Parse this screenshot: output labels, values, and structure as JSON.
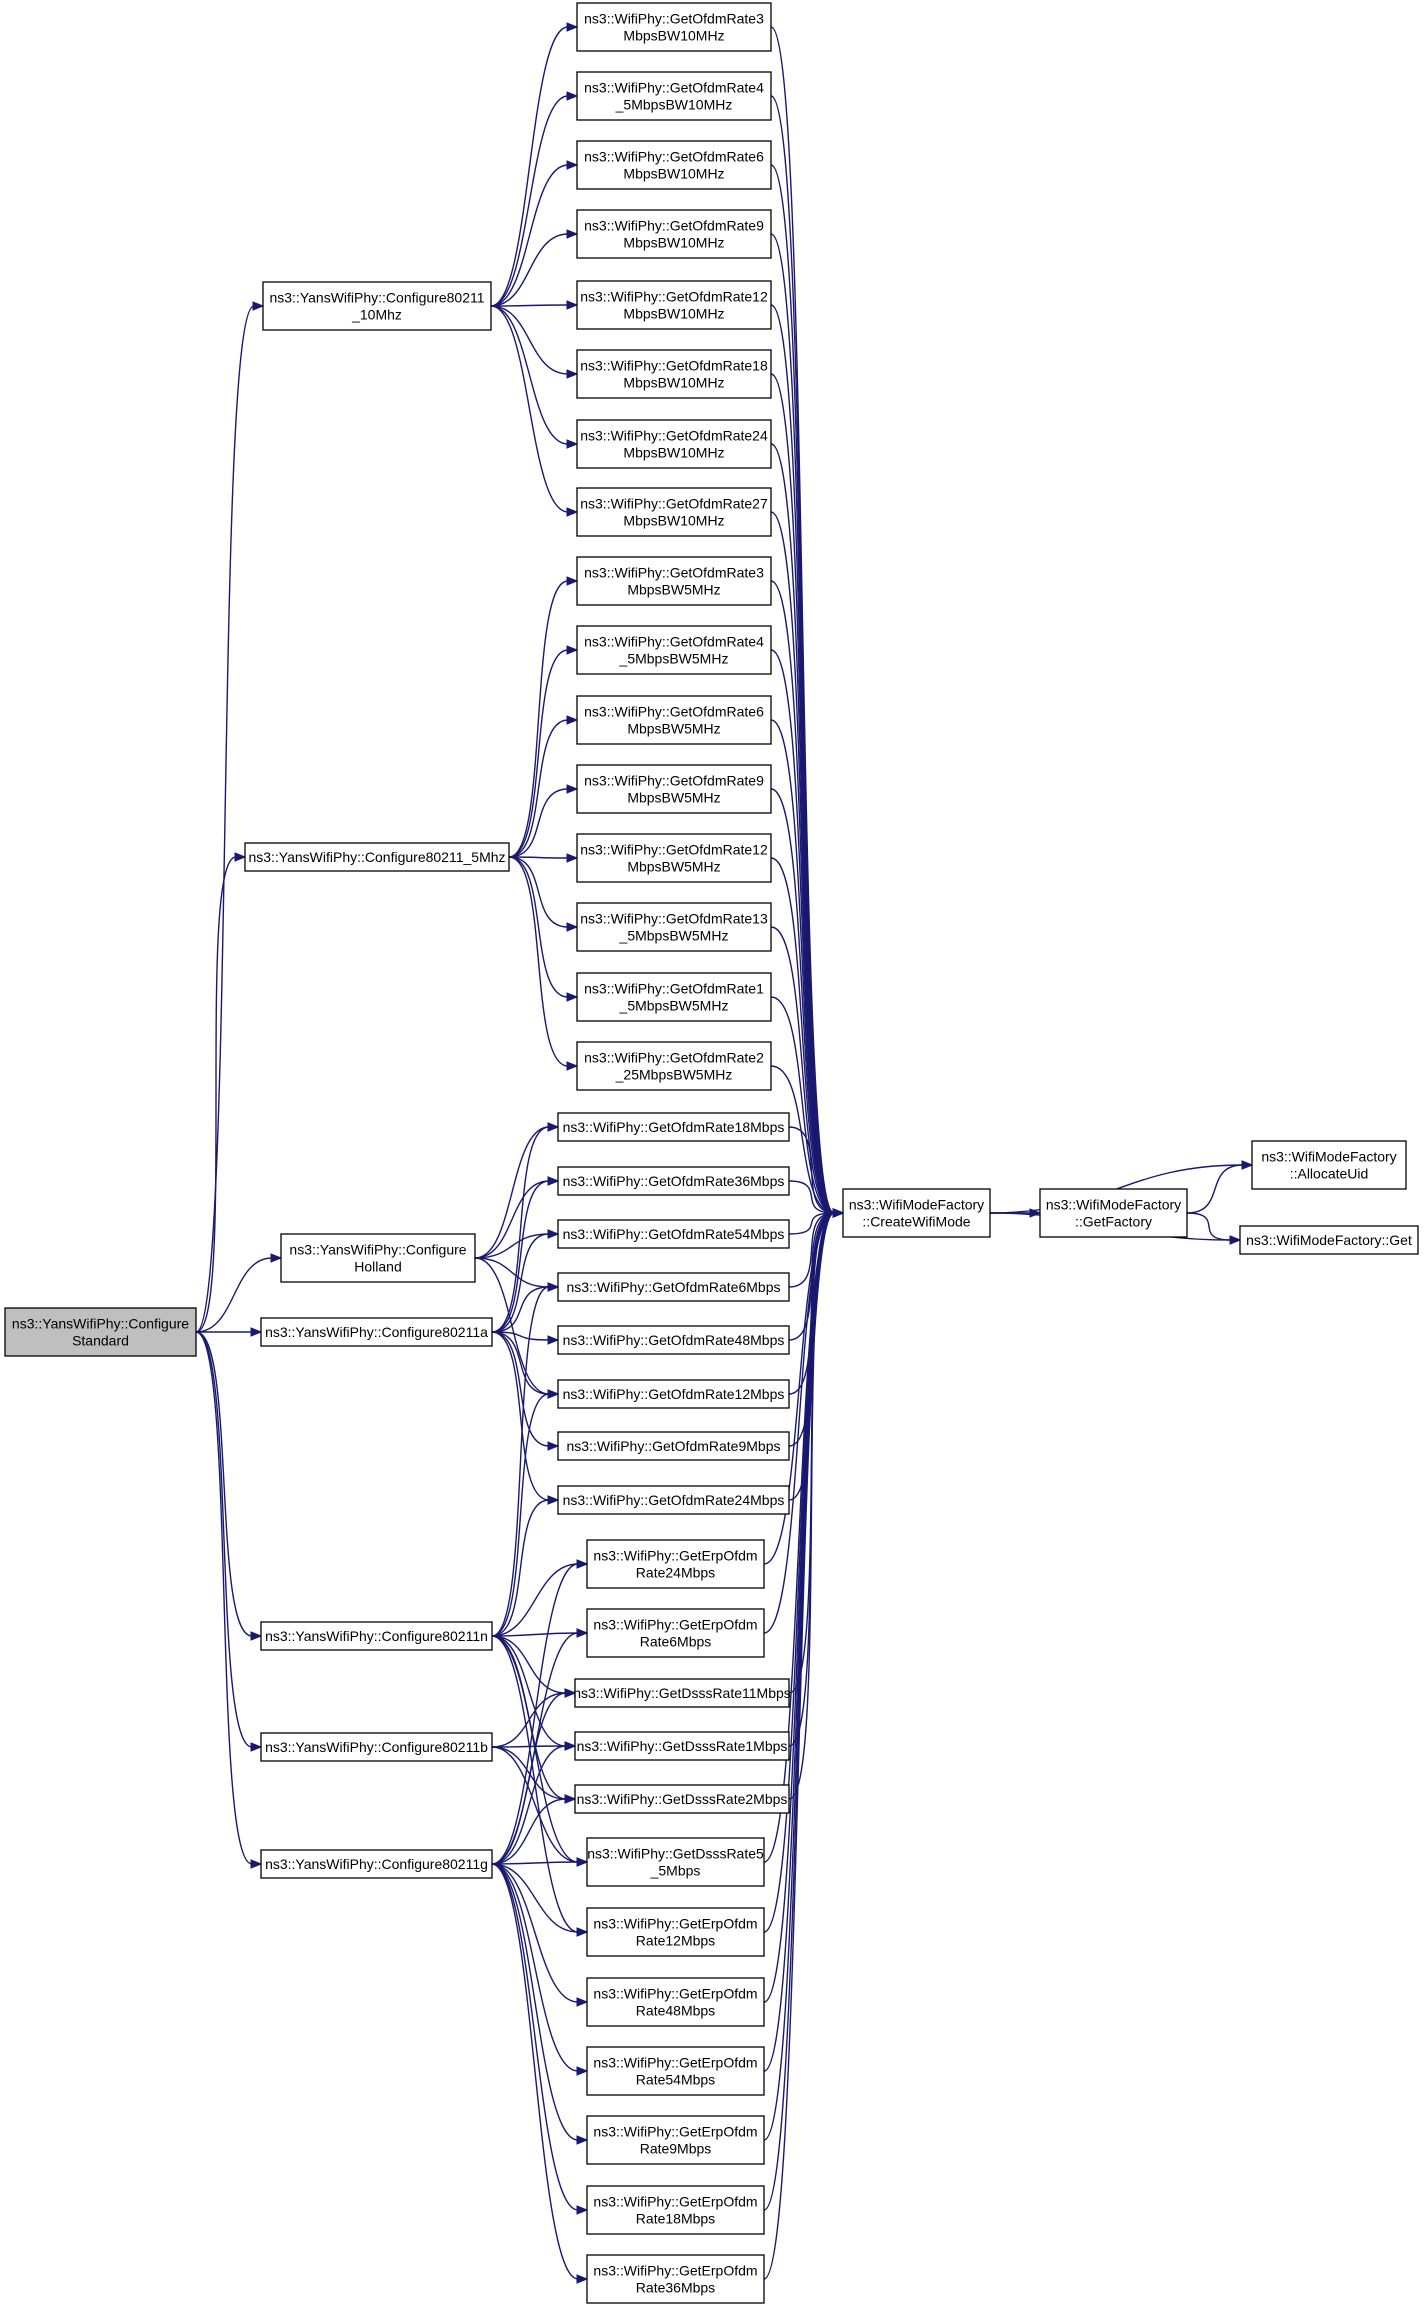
{
  "nodes": [
    {
      "id": "configureStandard",
      "lines": [
        "ns3::YansWifiPhy::Configure",
        "Standard"
      ],
      "highlight": true
    },
    {
      "id": "c10",
      "lines": [
        "ns3::YansWifiPhy::Configure80211",
        "_10Mhz"
      ]
    },
    {
      "id": "c5",
      "lines": [
        "ns3::YansWifiPhy::Configure80211_5Mhz"
      ]
    },
    {
      "id": "holland",
      "lines": [
        "ns3::YansWifiPhy::Configure",
        "Holland"
      ]
    },
    {
      "id": "ca",
      "lines": [
        "ns3::YansWifiPhy::Configure80211a"
      ]
    },
    {
      "id": "cn",
      "lines": [
        "ns3::YansWifiPhy::Configure80211n"
      ]
    },
    {
      "id": "cb",
      "lines": [
        "ns3::YansWifiPhy::Configure80211b"
      ]
    },
    {
      "id": "cg",
      "lines": [
        "ns3::YansWifiPhy::Configure80211g"
      ]
    },
    {
      "id": "r10_3",
      "lines": [
        "ns3::WifiPhy::GetOfdmRate3",
        "MbpsBW10MHz"
      ]
    },
    {
      "id": "r10_4_5",
      "lines": [
        "ns3::WifiPhy::GetOfdmRate4",
        "_5MbpsBW10MHz"
      ]
    },
    {
      "id": "r10_6",
      "lines": [
        "ns3::WifiPhy::GetOfdmRate6",
        "MbpsBW10MHz"
      ]
    },
    {
      "id": "r10_9",
      "lines": [
        "ns3::WifiPhy::GetOfdmRate9",
        "MbpsBW10MHz"
      ]
    },
    {
      "id": "r10_12",
      "lines": [
        "ns3::WifiPhy::GetOfdmRate12",
        "MbpsBW10MHz"
      ]
    },
    {
      "id": "r10_18",
      "lines": [
        "ns3::WifiPhy::GetOfdmRate18",
        "MbpsBW10MHz"
      ]
    },
    {
      "id": "r10_24",
      "lines": [
        "ns3::WifiPhy::GetOfdmRate24",
        "MbpsBW10MHz"
      ]
    },
    {
      "id": "r10_27",
      "lines": [
        "ns3::WifiPhy::GetOfdmRate27",
        "MbpsBW10MHz"
      ]
    },
    {
      "id": "r5_3",
      "lines": [
        "ns3::WifiPhy::GetOfdmRate3",
        "MbpsBW5MHz"
      ]
    },
    {
      "id": "r5_4_5",
      "lines": [
        "ns3::WifiPhy::GetOfdmRate4",
        "_5MbpsBW5MHz"
      ]
    },
    {
      "id": "r5_6",
      "lines": [
        "ns3::WifiPhy::GetOfdmRate6",
        "MbpsBW5MHz"
      ]
    },
    {
      "id": "r5_9",
      "lines": [
        "ns3::WifiPhy::GetOfdmRate9",
        "MbpsBW5MHz"
      ]
    },
    {
      "id": "r5_12",
      "lines": [
        "ns3::WifiPhy::GetOfdmRate12",
        "MbpsBW5MHz"
      ]
    },
    {
      "id": "r5_13_5",
      "lines": [
        "ns3::WifiPhy::GetOfdmRate13",
        "_5MbpsBW5MHz"
      ]
    },
    {
      "id": "r5_1_5",
      "lines": [
        "ns3::WifiPhy::GetOfdmRate1",
        "_5MbpsBW5MHz"
      ]
    },
    {
      "id": "r5_2_25",
      "lines": [
        "ns3::WifiPhy::GetOfdmRate2",
        "_25MbpsBW5MHz"
      ]
    },
    {
      "id": "o18",
      "lines": [
        "ns3::WifiPhy::GetOfdmRate18Mbps"
      ]
    },
    {
      "id": "o36",
      "lines": [
        "ns3::WifiPhy::GetOfdmRate36Mbps"
      ]
    },
    {
      "id": "o54",
      "lines": [
        "ns3::WifiPhy::GetOfdmRate54Mbps"
      ]
    },
    {
      "id": "o6",
      "lines": [
        "ns3::WifiPhy::GetOfdmRate6Mbps"
      ]
    },
    {
      "id": "o48",
      "lines": [
        "ns3::WifiPhy::GetOfdmRate48Mbps"
      ]
    },
    {
      "id": "o12",
      "lines": [
        "ns3::WifiPhy::GetOfdmRate12Mbps"
      ]
    },
    {
      "id": "o9",
      "lines": [
        "ns3::WifiPhy::GetOfdmRate9Mbps"
      ]
    },
    {
      "id": "o24",
      "lines": [
        "ns3::WifiPhy::GetOfdmRate24Mbps"
      ]
    },
    {
      "id": "e24",
      "lines": [
        "ns3::WifiPhy::GetErpOfdm",
        "Rate24Mbps"
      ]
    },
    {
      "id": "e6",
      "lines": [
        "ns3::WifiPhy::GetErpOfdm",
        "Rate6Mbps"
      ]
    },
    {
      "id": "d11",
      "lines": [
        "ns3::WifiPhy::GetDsssRate11Mbps"
      ]
    },
    {
      "id": "d1",
      "lines": [
        "ns3::WifiPhy::GetDsssRate1Mbps"
      ]
    },
    {
      "id": "d2",
      "lines": [
        "ns3::WifiPhy::GetDsssRate2Mbps"
      ]
    },
    {
      "id": "d5_5",
      "lines": [
        "ns3::WifiPhy::GetDsssRate5",
        "_5Mbps"
      ]
    },
    {
      "id": "e12",
      "lines": [
        "ns3::WifiPhy::GetErpOfdm",
        "Rate12Mbps"
      ]
    },
    {
      "id": "e48",
      "lines": [
        "ns3::WifiPhy::GetErpOfdm",
        "Rate48Mbps"
      ]
    },
    {
      "id": "e54",
      "lines": [
        "ns3::WifiPhy::GetErpOfdm",
        "Rate54Mbps"
      ]
    },
    {
      "id": "e9",
      "lines": [
        "ns3::WifiPhy::GetErpOfdm",
        "Rate9Mbps"
      ]
    },
    {
      "id": "e18",
      "lines": [
        "ns3::WifiPhy::GetErpOfdm",
        "Rate18Mbps"
      ]
    },
    {
      "id": "e36",
      "lines": [
        "ns3::WifiPhy::GetErpOfdm",
        "Rate36Mbps"
      ]
    },
    {
      "id": "create",
      "lines": [
        "ns3::WifiModeFactory",
        "::CreateWifiMode"
      ]
    },
    {
      "id": "getFactory",
      "lines": [
        "ns3::WifiModeFactory",
        "::GetFactory"
      ]
    },
    {
      "id": "allocateUid",
      "lines": [
        "ns3::WifiModeFactory",
        "::AllocateUid"
      ]
    },
    {
      "id": "get",
      "lines": [
        "ns3::WifiModeFactory::Get"
      ]
    }
  ],
  "edges": [
    [
      "configureStandard",
      "c10"
    ],
    [
      "configureStandard",
      "c5"
    ],
    [
      "configureStandard",
      "holland"
    ],
    [
      "configureStandard",
      "ca"
    ],
    [
      "configureStandard",
      "cn"
    ],
    [
      "configureStandard",
      "cb"
    ],
    [
      "configureStandard",
      "cg"
    ],
    [
      "c10",
      "r10_3"
    ],
    [
      "c10",
      "r10_4_5"
    ],
    [
      "c10",
      "r10_6"
    ],
    [
      "c10",
      "r10_9"
    ],
    [
      "c10",
      "r10_12"
    ],
    [
      "c10",
      "r10_18"
    ],
    [
      "c10",
      "r10_24"
    ],
    [
      "c10",
      "r10_27"
    ],
    [
      "c5",
      "r5_3"
    ],
    [
      "c5",
      "r5_4_5"
    ],
    [
      "c5",
      "r5_6"
    ],
    [
      "c5",
      "r5_9"
    ],
    [
      "c5",
      "r5_12"
    ],
    [
      "c5",
      "r5_13_5"
    ],
    [
      "c5",
      "r5_1_5"
    ],
    [
      "c5",
      "r5_2_25"
    ],
    [
      "holland",
      "o18"
    ],
    [
      "holland",
      "o36"
    ],
    [
      "holland",
      "o54"
    ],
    [
      "holland",
      "o6"
    ],
    [
      "holland",
      "o12"
    ],
    [
      "ca",
      "o18"
    ],
    [
      "ca",
      "o36"
    ],
    [
      "ca",
      "o54"
    ],
    [
      "ca",
      "o6"
    ],
    [
      "ca",
      "o48"
    ],
    [
      "ca",
      "o12"
    ],
    [
      "ca",
      "o9"
    ],
    [
      "ca",
      "o24"
    ],
    [
      "cn",
      "o6"
    ],
    [
      "cn",
      "o12"
    ],
    [
      "cn",
      "o24"
    ],
    [
      "cn",
      "e24"
    ],
    [
      "cn",
      "e6"
    ],
    [
      "cn",
      "d11"
    ],
    [
      "cn",
      "d1"
    ],
    [
      "cn",
      "d2"
    ],
    [
      "cn",
      "d5_5"
    ],
    [
      "cn",
      "e12"
    ],
    [
      "cb",
      "d11"
    ],
    [
      "cb",
      "d1"
    ],
    [
      "cb",
      "d2"
    ],
    [
      "cb",
      "d5_5"
    ],
    [
      "cg",
      "e24"
    ],
    [
      "cg",
      "e6"
    ],
    [
      "cg",
      "d11"
    ],
    [
      "cg",
      "d1"
    ],
    [
      "cg",
      "d2"
    ],
    [
      "cg",
      "d5_5"
    ],
    [
      "cg",
      "e12"
    ],
    [
      "cg",
      "e48"
    ],
    [
      "cg",
      "e54"
    ],
    [
      "cg",
      "e9"
    ],
    [
      "cg",
      "e18"
    ],
    [
      "cg",
      "e36"
    ],
    [
      "r10_3",
      "create"
    ],
    [
      "r10_4_5",
      "create"
    ],
    [
      "r10_6",
      "create"
    ],
    [
      "r10_9",
      "create"
    ],
    [
      "r10_12",
      "create"
    ],
    [
      "r10_18",
      "create"
    ],
    [
      "r10_24",
      "create"
    ],
    [
      "r10_27",
      "create"
    ],
    [
      "r5_3",
      "create"
    ],
    [
      "r5_4_5",
      "create"
    ],
    [
      "r5_6",
      "create"
    ],
    [
      "r5_9",
      "create"
    ],
    [
      "r5_12",
      "create"
    ],
    [
      "r5_13_5",
      "create"
    ],
    [
      "r5_1_5",
      "create"
    ],
    [
      "r5_2_25",
      "create"
    ],
    [
      "o18",
      "create"
    ],
    [
      "o36",
      "create"
    ],
    [
      "o54",
      "create"
    ],
    [
      "o6",
      "create"
    ],
    [
      "o48",
      "create"
    ],
    [
      "o12",
      "create"
    ],
    [
      "o9",
      "create"
    ],
    [
      "o24",
      "create"
    ],
    [
      "e24",
      "create"
    ],
    [
      "e6",
      "create"
    ],
    [
      "d11",
      "create"
    ],
    [
      "d1",
      "create"
    ],
    [
      "d2",
      "create"
    ],
    [
      "d5_5",
      "create"
    ],
    [
      "e12",
      "create"
    ],
    [
      "e48",
      "create"
    ],
    [
      "e54",
      "create"
    ],
    [
      "e9",
      "create"
    ],
    [
      "e18",
      "create"
    ],
    [
      "e36",
      "create"
    ],
    [
      "create",
      "getFactory"
    ],
    [
      "create",
      "allocateUid"
    ],
    [
      "create",
      "get"
    ],
    [
      "getFactory",
      "allocateUid"
    ],
    [
      "getFactory",
      "get"
    ]
  ]
}
